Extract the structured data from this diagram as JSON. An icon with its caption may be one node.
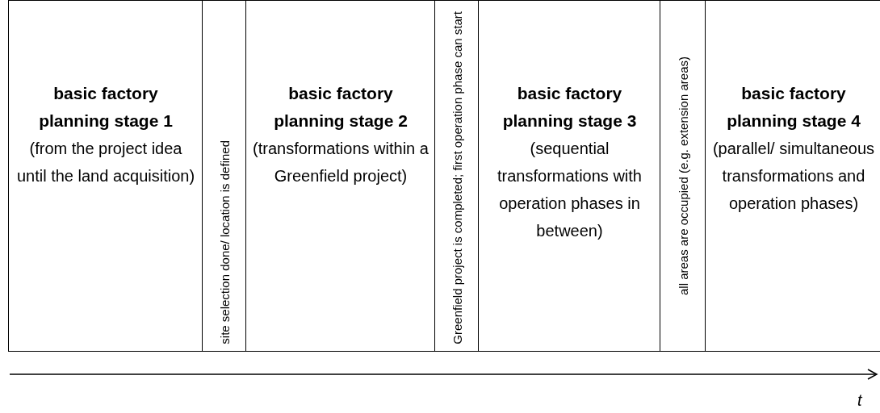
{
  "diagram": {
    "nodes": [
      {
        "text": [
          "basic factory planning stage 1",
          "(from the project idea until the land acquisition)"
        ]
      },
      {
        "text": [
          "site selection done/ location is defined"
        ]
      },
      {
        "text": [
          "basic factory planning stage 2",
          "(transformations within a Greenfield project)"
        ]
      },
      {
        "text": [
          "Greenfield project is completed; first operation phase can start"
        ]
      },
      {
        "text": [
          "basic factory planning stage 3",
          "(sequential transformations with operation phases in between)"
        ]
      },
      {
        "text": [
          "all areas are occupied (e.g. extension areas)"
        ]
      },
      {
        "text": [
          "basic factory planning stage 4",
          "(parallel/ simultaneous transformations and operation phases)"
        ]
      }
    ],
    "edges": [],
    "labels": [
      "t"
    ]
  }
}
